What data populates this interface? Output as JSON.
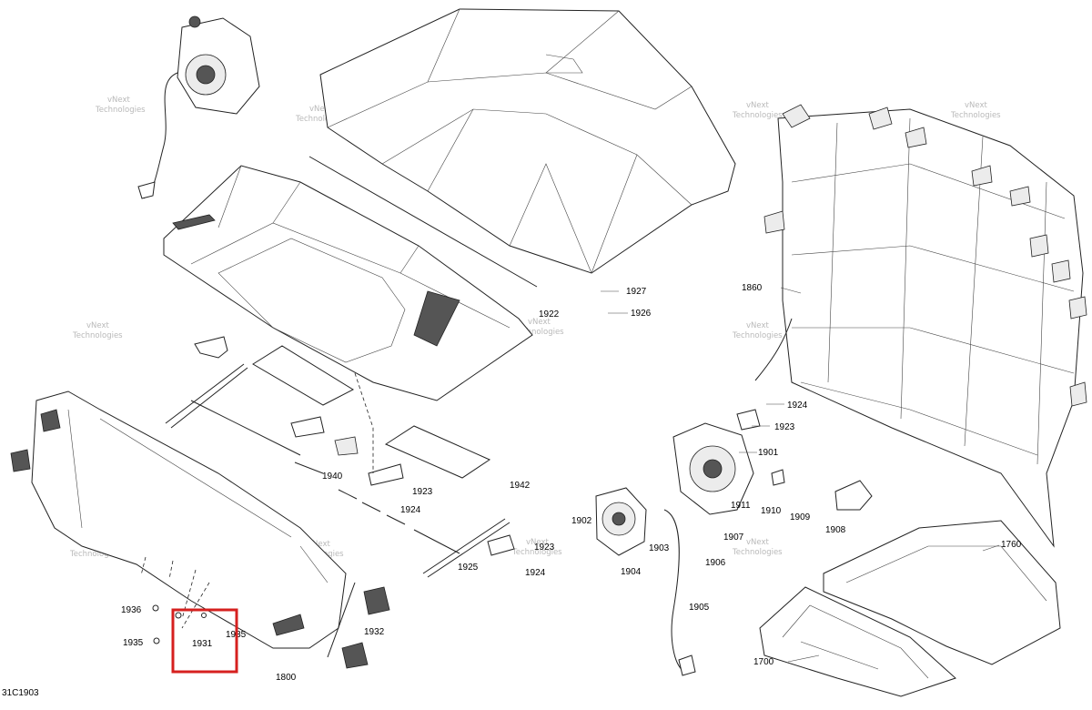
{
  "diagram_code": "31C1903",
  "watermark": {
    "line1": "vNext",
    "line2": "Technologies"
  },
  "highlight_color": "#d6201f",
  "highlighted_part": "1931",
  "parts": [
    {
      "id": "1700",
      "label": "1700"
    },
    {
      "id": "1760",
      "label": "1760"
    },
    {
      "id": "1800",
      "label": "1800"
    },
    {
      "id": "1860",
      "label": "1860"
    },
    {
      "id": "1901",
      "label": "1901"
    },
    {
      "id": "1902",
      "label": "1902"
    },
    {
      "id": "1903",
      "label": "1903"
    },
    {
      "id": "1904",
      "label": "1904"
    },
    {
      "id": "1905",
      "label": "1905"
    },
    {
      "id": "1906",
      "label": "1906"
    },
    {
      "id": "1907",
      "label": "1907"
    },
    {
      "id": "1908",
      "label": "1908"
    },
    {
      "id": "1909",
      "label": "1909"
    },
    {
      "id": "1910",
      "label": "1910"
    },
    {
      "id": "1911",
      "label": "1911"
    },
    {
      "id": "1922",
      "label": "1922"
    },
    {
      "id": "1923a",
      "label": "1923"
    },
    {
      "id": "1923b",
      "label": "1923"
    },
    {
      "id": "1923c",
      "label": "1923"
    },
    {
      "id": "1924a",
      "label": "1924"
    },
    {
      "id": "1924b",
      "label": "1924"
    },
    {
      "id": "1924c",
      "label": "1924"
    },
    {
      "id": "1925",
      "label": "1925"
    },
    {
      "id": "1926",
      "label": "1926"
    },
    {
      "id": "1927",
      "label": "1927"
    },
    {
      "id": "1931",
      "label": "1931"
    },
    {
      "id": "1932",
      "label": "1932"
    },
    {
      "id": "1935a",
      "label": "1935"
    },
    {
      "id": "1935b",
      "label": "1935"
    },
    {
      "id": "1936",
      "label": "1936"
    },
    {
      "id": "1940",
      "label": "1940"
    },
    {
      "id": "1942",
      "label": "1942"
    }
  ]
}
